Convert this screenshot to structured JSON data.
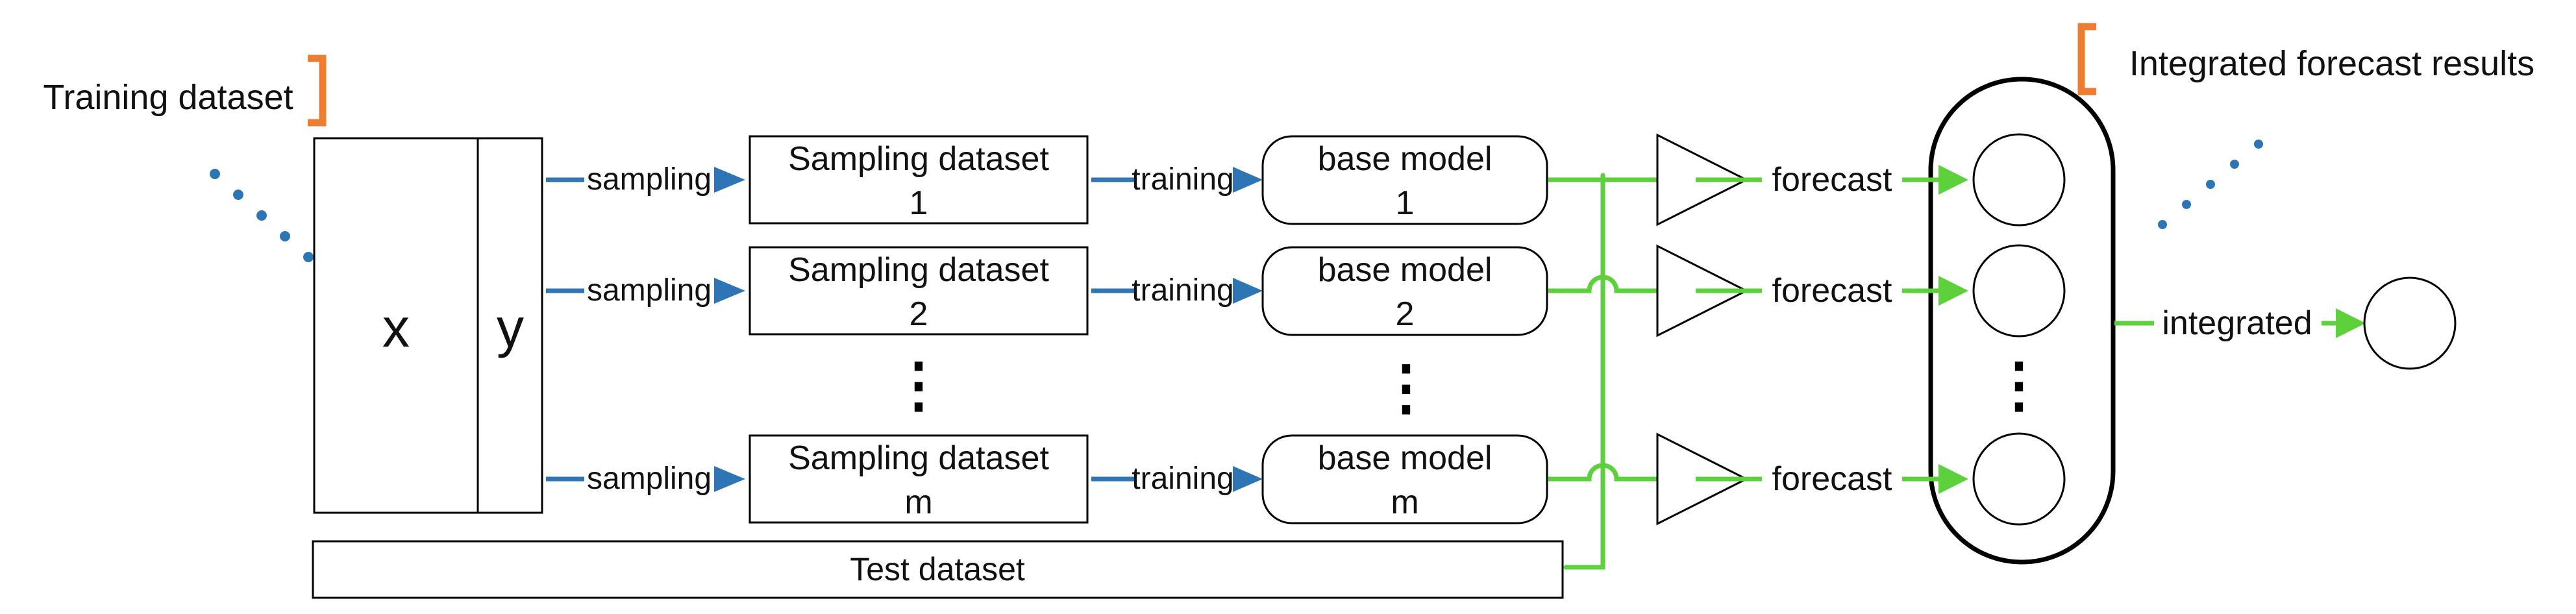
{
  "labels": {
    "training_dataset": "Training dataset",
    "integrated_results": "Integrated forecast results",
    "x": "x",
    "y": "y",
    "test_dataset": "Test dataset",
    "integrated": "integrated",
    "ellipsis": "⋮"
  },
  "rows": [
    {
      "sampling": "sampling",
      "dataset": [
        "Sampling dataset",
        "1"
      ],
      "training": "training",
      "model": [
        "base model",
        "1"
      ],
      "forecast": "forecast"
    },
    {
      "sampling": "sampling",
      "dataset": [
        "Sampling dataset",
        "2"
      ],
      "training": "training",
      "model": [
        "base model",
        "2"
      ],
      "forecast": "forecast"
    },
    {
      "sampling": "sampling",
      "dataset": [
        "Sampling dataset",
        "m"
      ],
      "training": "training",
      "model": [
        "base model",
        "m"
      ],
      "forecast": "forecast"
    }
  ],
  "colors": {
    "arrow_blue": "#2E75B6",
    "arrow_green": "#5CD13C",
    "bracket_orange": "#ED7D31",
    "line_black": "#000000"
  }
}
